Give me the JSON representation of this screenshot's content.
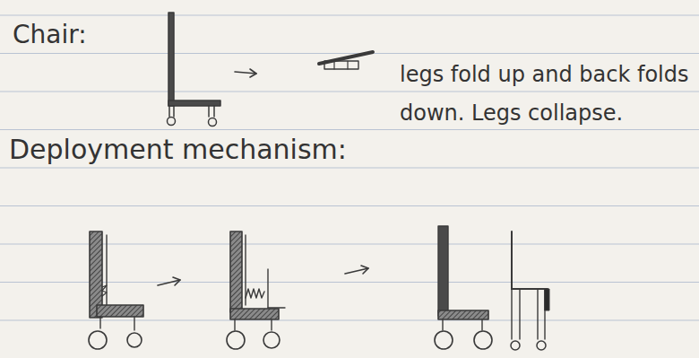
{
  "diagram": {
    "labels": [
      "Chair:",
      "legs fold up and back folds down. Legs collapse.",
      "Deployment mechanism:"
    ]
  }
}
